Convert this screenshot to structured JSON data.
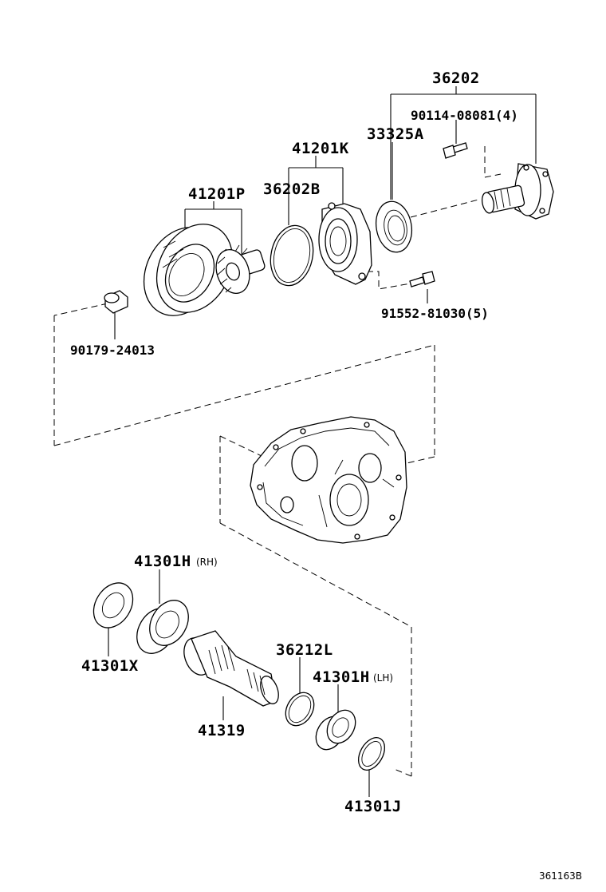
{
  "labels": {
    "p36202": "36202",
    "p90114": "90114-08081(4)",
    "p33325a": "33325A",
    "p41201k": "41201K",
    "p41201p": "41201P",
    "p36202b": "36202B",
    "p91552": "91552-81030(5)",
    "p90179": "90179-24013",
    "p41301h_rh": "41301H",
    "rh": "(RH)",
    "p41301x": "41301X",
    "p36212l": "36212L",
    "p41301h_lh": "41301H",
    "lh": "(LH)",
    "p41319": "41319",
    "p41301j": "41301J"
  },
  "figure_ref": "361163B"
}
